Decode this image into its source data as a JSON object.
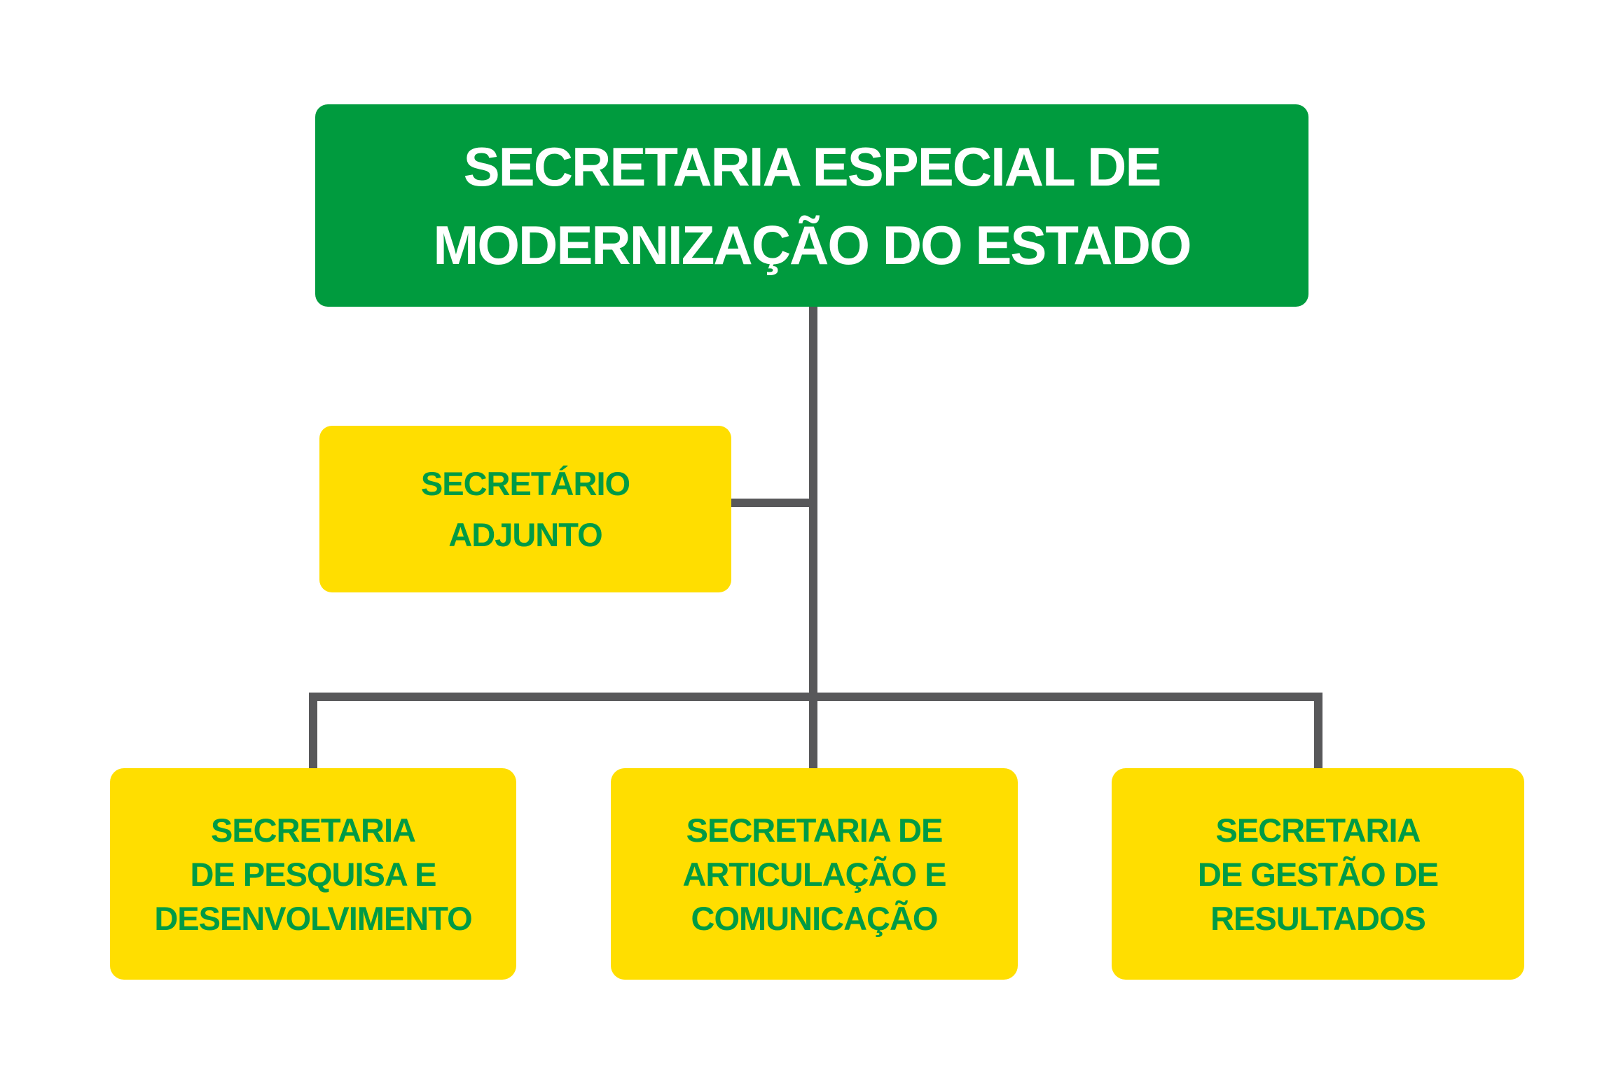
{
  "canvas": {
    "background": "#ffffff"
  },
  "colors": {
    "node_green": "#009B3E",
    "node_yellow": "#FFDE00",
    "connector_gray": "#58585A",
    "text_white": "#FFFFFF",
    "text_green": "#009B45"
  },
  "org_chart": {
    "root": {
      "label": "SECRETARIA ESPECIAL DE MODERNIZAÇÃO DO ESTADO",
      "l1": "SECRETARIA ESPECIAL DE",
      "l2": "MODERNIZAÇÃO DO ESTADO"
    },
    "adjunto": {
      "label": "SECRETÁRIO ADJUNTO",
      "l1": "SECRETÁRIO",
      "l2": "ADJUNTO"
    },
    "child1": {
      "label": "SECRETARIA DE PESQUISA E DESENVOLVIMENTO",
      "l1": "SECRETARIA",
      "l2": "DE PESQUISA E",
      "l3": "DESENVOLVIMENTO"
    },
    "child2": {
      "label": "SECRETARIA DE ARTICULAÇÃO E COMUNICAÇÃO",
      "l1": "SECRETARIA DE",
      "l2": "ARTICULAÇÃO E",
      "l3": "COMUNICAÇÃO"
    },
    "child3": {
      "label": "SECRETARIA DE GESTÃO DE RESULTADOS",
      "l1": "SECRETARIA",
      "l2": "DE GESTÃO DE",
      "l3": "RESULTADOS"
    },
    "edges": [
      {
        "from": "root",
        "to": "adjunto"
      },
      {
        "from": "root",
        "to": "child1"
      },
      {
        "from": "root",
        "to": "child2"
      },
      {
        "from": "root",
        "to": "child3"
      }
    ]
  }
}
